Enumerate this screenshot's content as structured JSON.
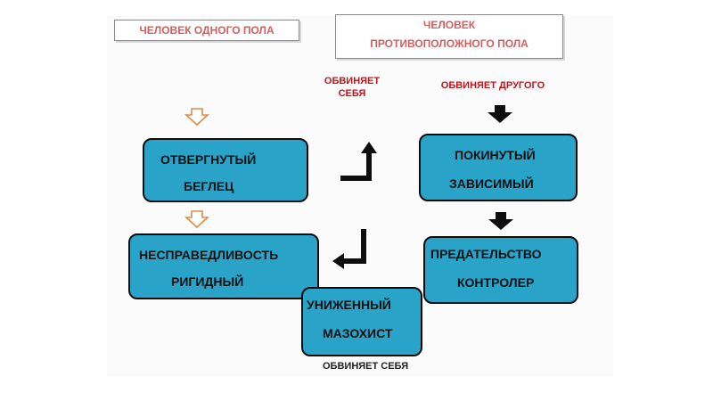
{
  "headers": {
    "same_sex": "ЧЕЛОВЕК ОДНОГО ПОЛА",
    "opposite_sex_line1": "ЧЕЛОВЕК",
    "opposite_sex_line2": "ПРОТИВОПОЛОЖНОГО ПОЛА"
  },
  "labels": {
    "blames_self_line1": "ОБВИНЯЕТ",
    "blames_self_line2": "СЕБЯ",
    "blames_other": "ОБВИНЯЕТ ДРУГОГО",
    "blames_self_bottom": "ОБВИНЯЕТ СЕБЯ"
  },
  "boxes": {
    "rejected": {
      "line1": "ОТВЕРГНУТЫЙ",
      "line2": "БЕГЛЕЦ"
    },
    "injustice": {
      "line1": "НЕСПРАВЕДЛИВОСТЬ",
      "line2": "РИГИДНЫЙ"
    },
    "humiliated": {
      "line1": "УНИЖЕННЫЙ",
      "line2": "МАЗОХИСТ"
    },
    "abandoned": {
      "line1": "ПОКИНУТЫЙ",
      "line2": "ЗАВИСИМЫЙ"
    },
    "betrayal": {
      "line1": "ПРЕДАТЕЛЬСТВО",
      "line2": "КОНТРОЛЕР"
    }
  },
  "colors": {
    "box_fill": "#2aa3c8",
    "box_border": "#0d0d0d",
    "header_text": "#d06060",
    "label_red": "#c3141d",
    "outline_arrow": "#e08a4a"
  },
  "icons": {
    "outline_down_arrow": "outline-down-arrow-icon",
    "solid_down_arrow": "solid-down-arrow-icon",
    "bent_arrow": "bent-arrow-up-left-icon"
  }
}
